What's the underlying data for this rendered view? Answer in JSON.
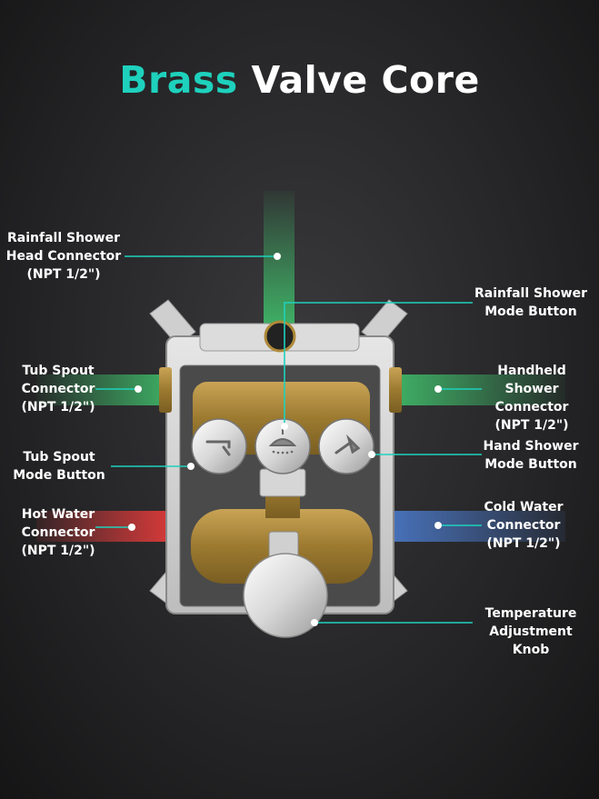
{
  "title": {
    "accent": "Brass",
    "rest": "Valve Core"
  },
  "colors": {
    "accent": "#1ed1bd",
    "hot": "#e23a3a",
    "cold": "#4a78c8",
    "green": "#3fbf6a",
    "brass": "#b08a3a"
  },
  "labels": {
    "rainfall_head": "Rainfall Shower\nHead Connector\n(NPT 1/2\")",
    "rainfall_mode": "Rainfall Shower\nMode Button",
    "tub_spout_conn": "Tub Spout\nConnector\n(NPT 1/2\")",
    "handheld_conn": "Handheld Shower\nConnector\n(NPT 1/2\")",
    "tub_spout_mode": "Tub Spout\nMode Button",
    "hand_mode": "Hand Shower\nMode Button",
    "hot_conn": "Hot Water\nConnector\n(NPT 1/2\")",
    "cold_conn": "Cold Water\nConnector\n(NPT 1/2\")",
    "temp_knob": "Temperature\nAdjustment Knob"
  }
}
